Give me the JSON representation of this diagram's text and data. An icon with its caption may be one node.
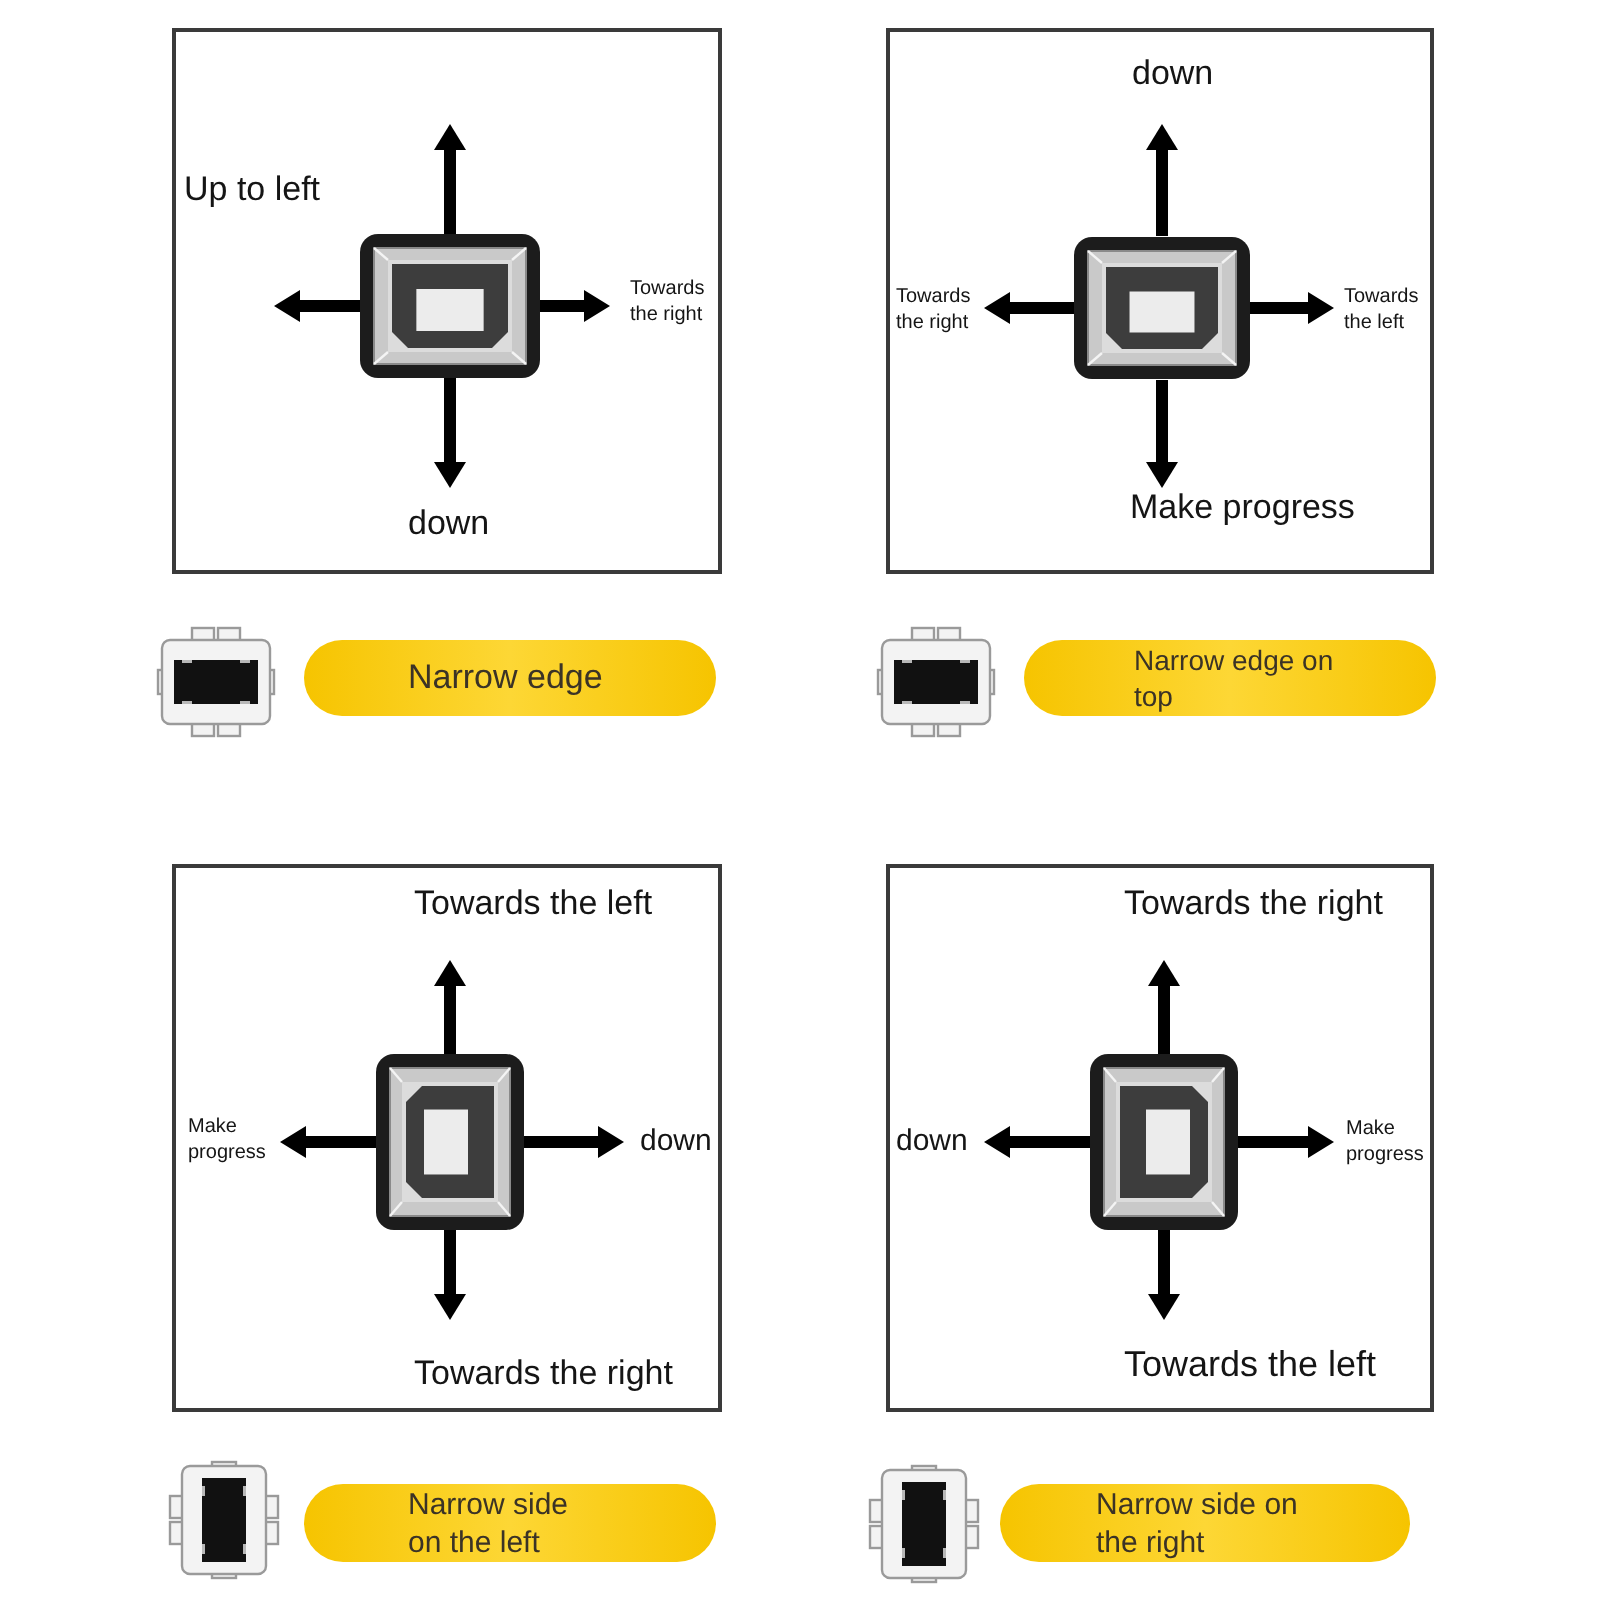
{
  "diagram": {
    "nodes": [
      {
        "text": [
          "Up to left",
          "Towards the right",
          "down"
        ]
      },
      {
        "text": [
          "down",
          "Towards the right",
          "Towards the left",
          "Make progress"
        ]
      },
      {
        "text": [
          "Narrow edge"
        ]
      },
      {
        "text": [
          "Narrow edge on top"
        ]
      },
      {
        "text": [
          "Towards the left",
          "Make progress",
          "down",
          "Towards the right"
        ]
      },
      {
        "text": [
          "Towards the right",
          "down",
          "Make progress",
          "Towards the left"
        ]
      },
      {
        "text": [
          "Narrow side on the left"
        ]
      },
      {
        "text": [
          "Narrow side on the right"
        ]
      }
    ]
  }
}
